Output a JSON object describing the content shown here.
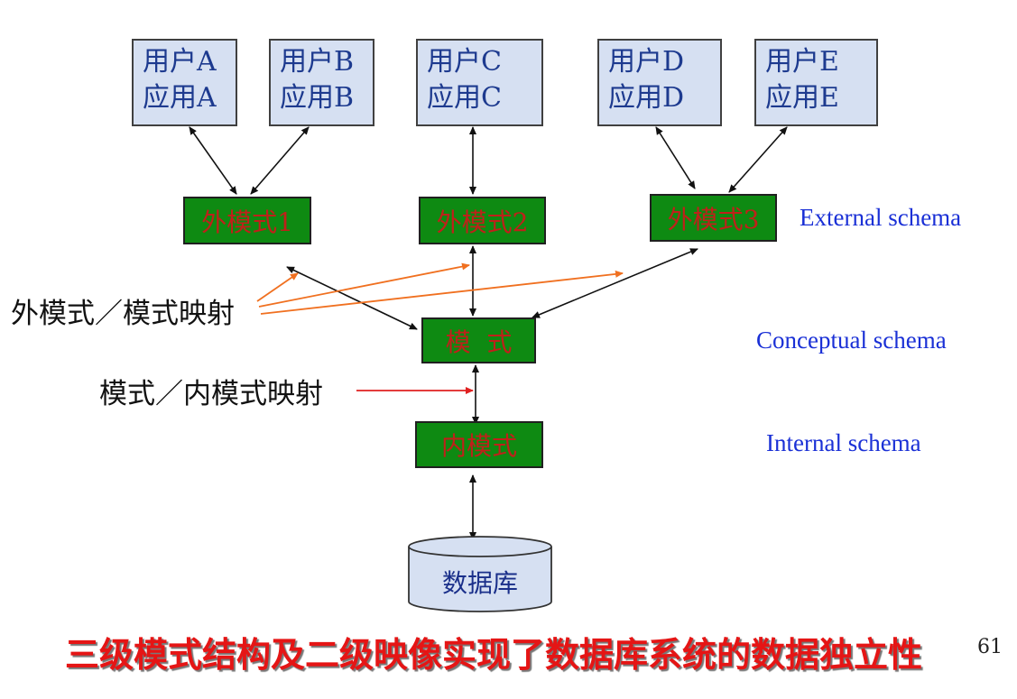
{
  "users": [
    {
      "line1": "用户A",
      "line2": "应用A"
    },
    {
      "line1": "用户B",
      "line2": "应用B"
    },
    {
      "line1": "用户C",
      "line2": "应用C"
    },
    {
      "line1": "用户D",
      "line2": "应用D"
    },
    {
      "line1": "用户E",
      "line2": "应用E"
    }
  ],
  "external": [
    "外模式1",
    "外模式2",
    "外模式3"
  ],
  "conceptual": "模  式",
  "internal": "内模式",
  "database": "数据库",
  "labels": {
    "external_schema": "External schema",
    "conceptual_schema": "Conceptual schema",
    "internal_schema": "Internal schema",
    "ext_mapping": "外模式／模式映射",
    "int_mapping": "模式／内模式映射"
  },
  "footer": "三级模式结构及二级映像实现了数据库系统的数据独立性",
  "page_number": "61",
  "colors": {
    "user_fill": "#d6e0f2",
    "schema_fill": "#0e8a12",
    "schema_text": "#c0201a",
    "label_blue": "#1a30d6",
    "mapping_arrow_orange": "#f07020",
    "mapping_arrow_red": "#e02020",
    "footer_red": "#e51515"
  }
}
